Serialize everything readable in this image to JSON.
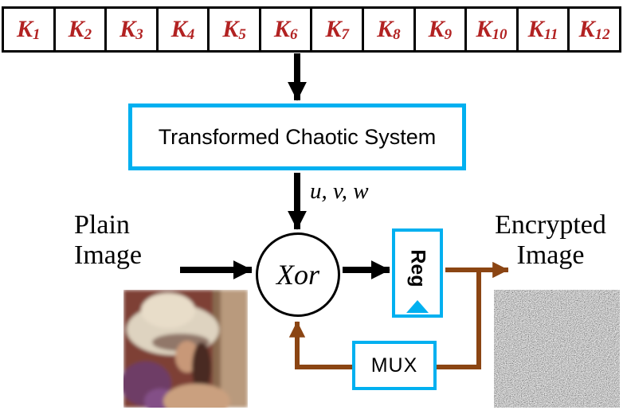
{
  "colors": {
    "accent": "#00B0F0",
    "brown": "#8B4513",
    "key_red": "#B22222",
    "ink": "#000000"
  },
  "keys": [
    {
      "base": "K",
      "sub": "1"
    },
    {
      "base": "K",
      "sub": "2"
    },
    {
      "base": "K",
      "sub": "3"
    },
    {
      "base": "K",
      "sub": "4"
    },
    {
      "base": "K",
      "sub": "5"
    },
    {
      "base": "K",
      "sub": "6"
    },
    {
      "base": "K",
      "sub": "7"
    },
    {
      "base": "K",
      "sub": "8"
    },
    {
      "base": "K",
      "sub": "9"
    },
    {
      "base": "K",
      "sub": "10"
    },
    {
      "base": "K",
      "sub": "11"
    },
    {
      "base": "K",
      "sub": "12"
    }
  ],
  "chaotic_box": {
    "label": "Transformed Chaotic System"
  },
  "signals": {
    "uvw": "u, v, w"
  },
  "xor": {
    "label": "Xor"
  },
  "plain_image": {
    "line1": "Plain",
    "line2": "Image"
  },
  "encrypted_image": {
    "line1": "Encrypted",
    "line2": "Image"
  },
  "reg": {
    "label": "Reg"
  },
  "mux": {
    "label": "MUX"
  }
}
